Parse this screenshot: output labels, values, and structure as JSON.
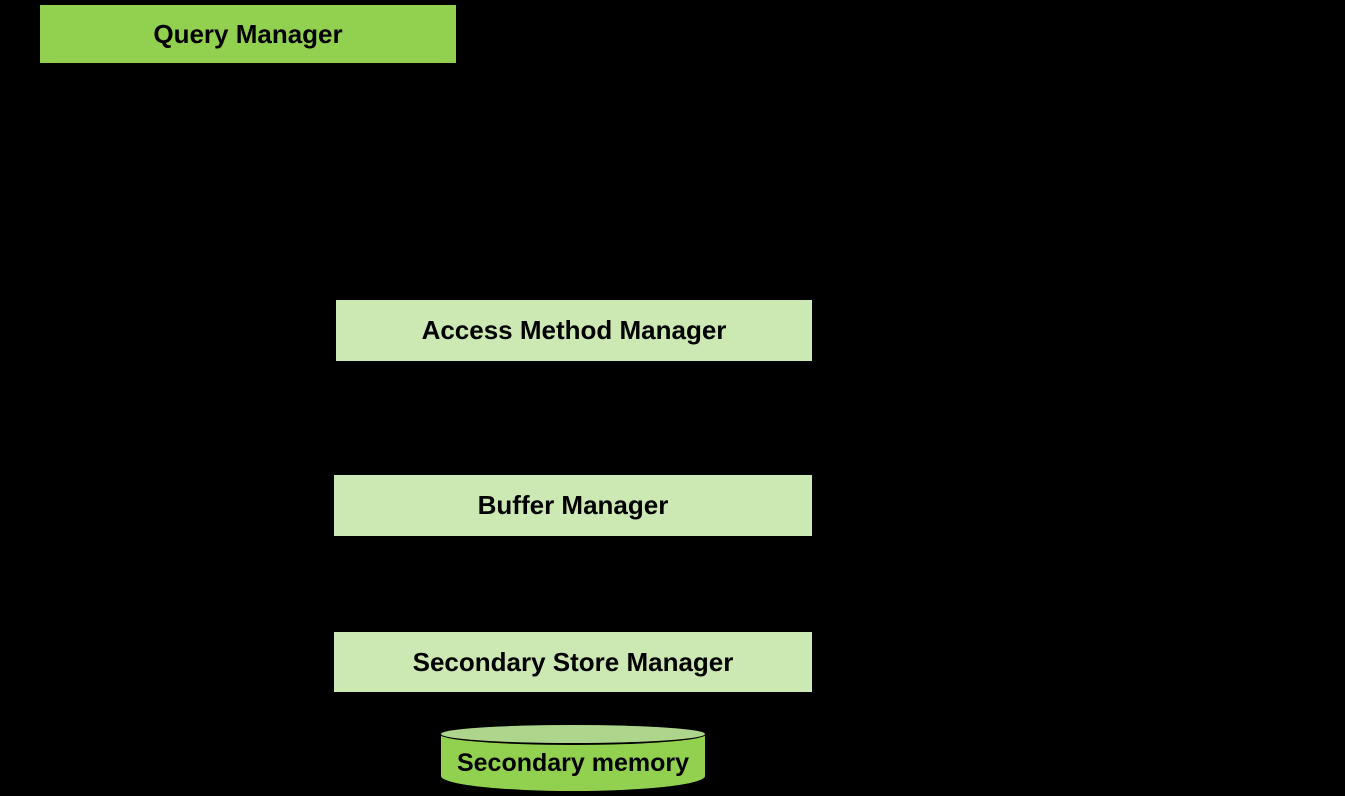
{
  "canvas": {
    "background_color": "#000000"
  },
  "diagram": {
    "type": "block-diagram",
    "boxes": [
      {
        "label": "Query Manager",
        "fill": "#92d050",
        "text_color": "#000000"
      },
      {
        "label": "Access Method Manager",
        "fill": "#cde9b3",
        "text_color": "#000000"
      },
      {
        "label": "Buffer Manager",
        "fill": "#cde9b3",
        "text_color": "#000000"
      },
      {
        "label": "Secondary Store Manager",
        "fill": "#cde9b3",
        "text_color": "#000000"
      }
    ],
    "cylinder": {
      "label": "Secondary memory",
      "body_fill": "#92d050",
      "top_fill": "#aed58c",
      "outline_color": "#000000",
      "text_color": "#000000"
    }
  }
}
